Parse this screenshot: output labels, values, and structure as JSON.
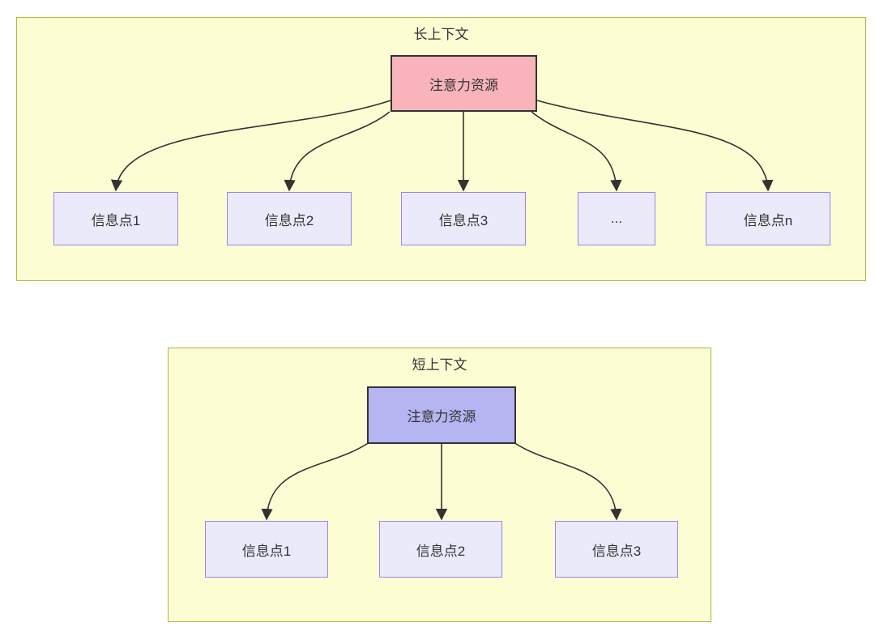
{
  "colors": {
    "panel_bg": "#fdfdd4",
    "panel_border": "#b4b43b",
    "attention_long_bg": "#f8b4ba",
    "attention_short_bg": "#b5b5f2",
    "attention_border": "#333333",
    "info_bg": "#eaeafb",
    "info_border": "#9d84e8",
    "arrow": "#333333",
    "text": "#333333"
  },
  "panels": [
    {
      "title": "长上下文",
      "attention_label": "注意力资源",
      "info_points": [
        "信息点1",
        "信息点2",
        "信息点3",
        "...",
        "信息点n"
      ]
    },
    {
      "title": "短上下文",
      "attention_label": "注意力资源",
      "info_points": [
        "信息点1",
        "信息点2",
        "信息点3"
      ]
    }
  ]
}
